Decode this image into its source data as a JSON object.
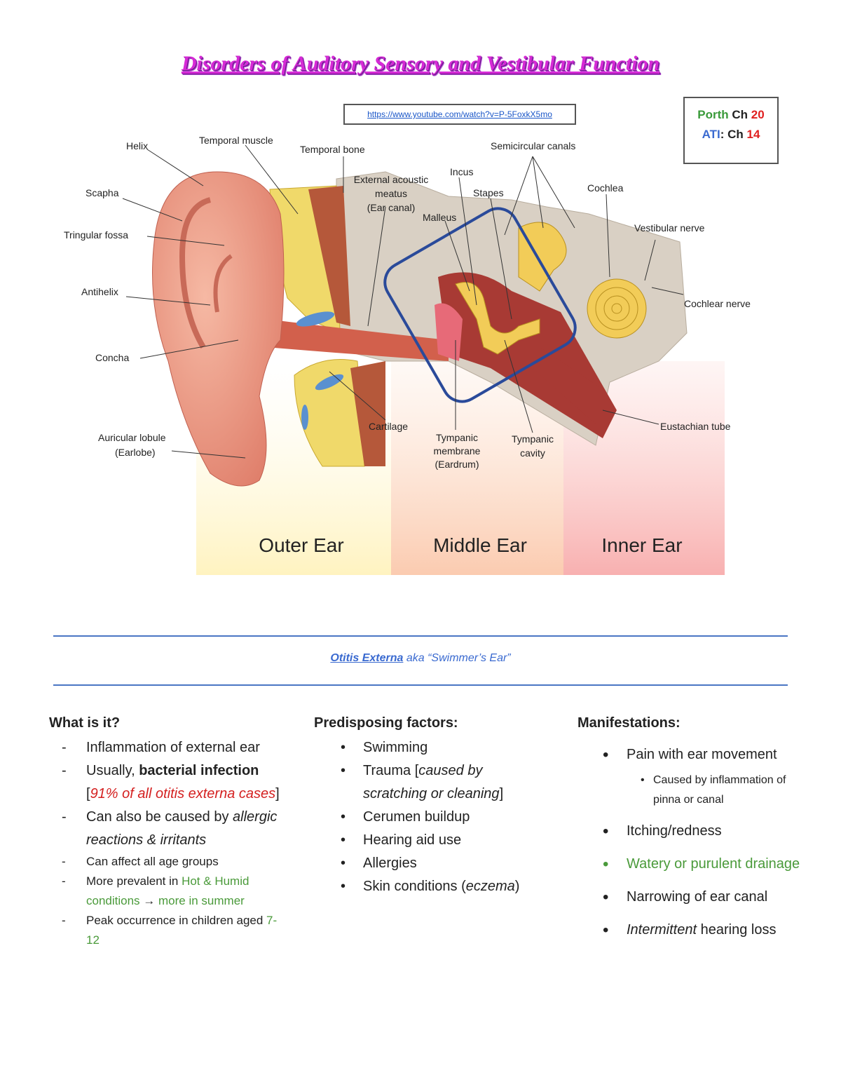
{
  "title": "Disorders of Auditory Sensory and Vestibular Function",
  "video_link": "https://www.youtube.com/watch?v=P-5FoxkX5mo",
  "refs": {
    "porth_label": "Porth",
    "porth_ch": "Ch",
    "porth_num": "20",
    "ati_label": "ATI",
    "ati_colon": ":",
    "ati_ch": "Ch",
    "ati_num": "14"
  },
  "diagram": {
    "labels": {
      "helix": "Helix",
      "temporal_muscle": "Temporal muscle",
      "temporal_bone": "Temporal bone",
      "eam1": "External acoustic",
      "eam2": "meatus",
      "eam3": "(Ear canal)",
      "incus": "Incus",
      "semicircular": "Semicircular canals",
      "stapes": "Stapes",
      "cochlea": "Cochlea",
      "scapha": "Scapha",
      "malleus": "Malleus",
      "triangular": "Tringular fossa",
      "vestibular": "Vestibular nerve",
      "antihelix": "Antihelix",
      "cochlear_nerve": "Cochlear nerve",
      "concha": "Concha",
      "cartilage": "Cartilage",
      "eustachian": "Eustachian tube",
      "tm1": "Tympanic",
      "tm2": "membrane",
      "tm3": "(Eardrum)",
      "tc1": "Tympanic",
      "tc2": "cavity",
      "lobule1": "Auricular lobule",
      "lobule2": "(Earlobe)"
    },
    "regions": {
      "outer": "Outer Ear",
      "middle": "Middle Ear",
      "inner": "Inner Ear"
    }
  },
  "section": {
    "name": "Otitis Externa",
    "aka": "aka “Swimmer’s Ear”"
  },
  "what": {
    "heading": "What is it?",
    "i1": "Inflammation of external ear",
    "i2a": "Usually, ",
    "i2b": "bacterial infection",
    "i2c": "[",
    "i2d": "91% of all otitis externa cases",
    "i2e": "]",
    "i3a": "Can also be caused by ",
    "i3b": "allergic reactions & irritants",
    "i4": "Can affect all age groups",
    "i5a": "More prevalent in ",
    "i5b": "Hot & Humid conditions ",
    "i5c": "→",
    "i5d": " more in summer",
    "i6a": "Peak occurrence in children aged ",
    "i6b": "7-12"
  },
  "factors": {
    "heading": "Predisposing factors:",
    "f1": "Swimming",
    "f2a": "Trauma [",
    "f2b": "caused by scratching or cleaning",
    "f2c": "]",
    "f3": "Cerumen buildup",
    "f4": "Hearing aid use",
    "f5": "Allergies",
    "f6a": "Skin conditions (",
    "f6b": "eczema",
    "f6c": ")"
  },
  "manif": {
    "heading": "Manifestations:",
    "m1": "Pain with ear movement",
    "m1sub": "Caused by inflammation of pinna or canal",
    "m2": "Itching/redness",
    "m3": "Watery or purulent drainage",
    "m4": "Narrowing of ear canal",
    "m5a": "Intermittent",
    "m5b": " hearing loss"
  },
  "colors": {
    "title": "#d62ad6",
    "accent_blue": "#3a6ad0",
    "red": "#d42020",
    "green": "#4a9a3a",
    "rule": "#4a76c4"
  }
}
